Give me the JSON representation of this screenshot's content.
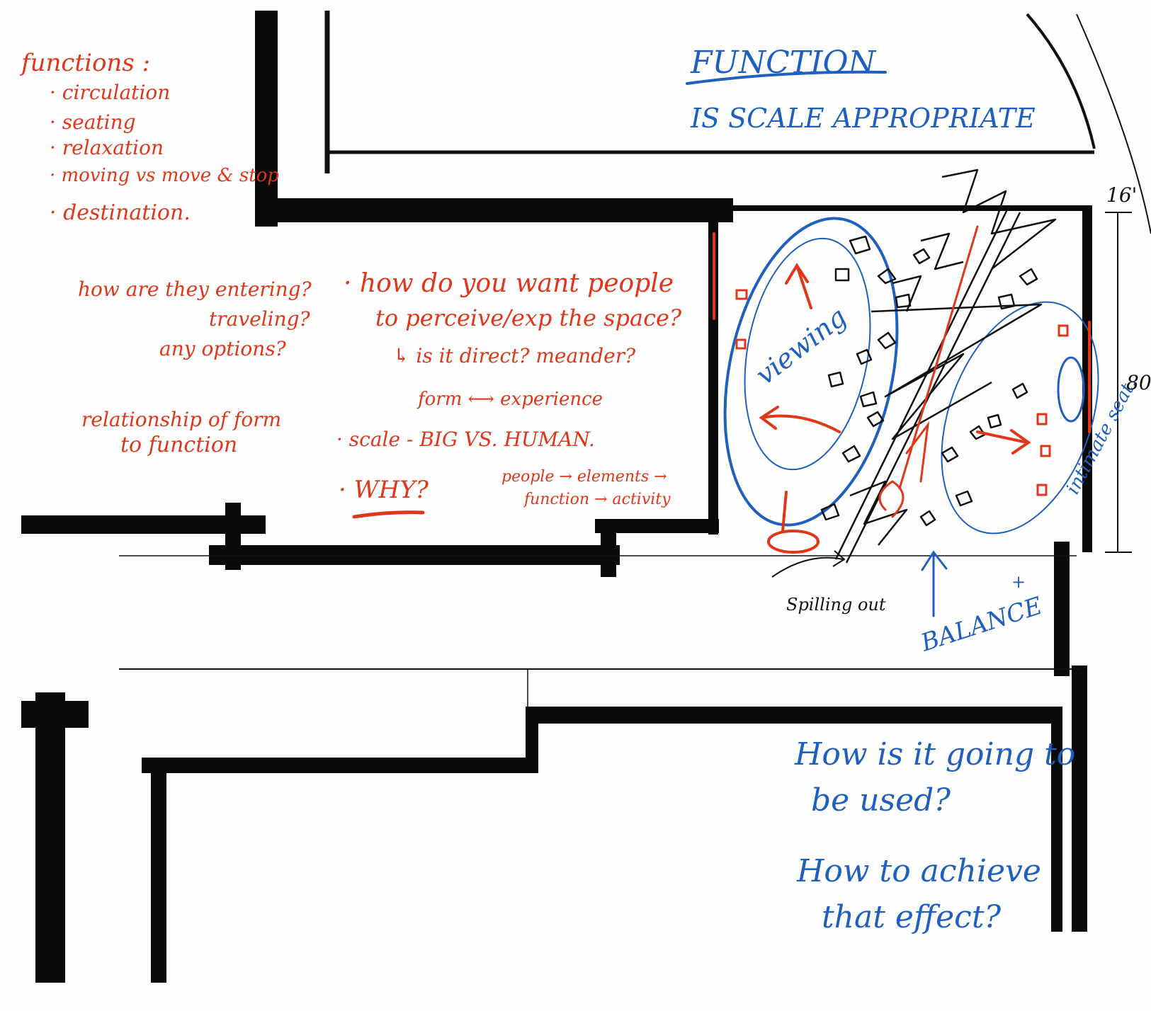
{
  "colors": {
    "wall": "#0a0a0a",
    "red_ink": "#e0361a",
    "blue_ink": "#1f5fbf",
    "pencil": "#111111",
    "paper": "#fefefe"
  },
  "blue_notes": {
    "heading": "FUNCTION",
    "scale_question": "IS SCALE APPROPRIATE",
    "viewing": "viewing",
    "balance": "BALANCE",
    "balance_plus": "+",
    "usage_line1": "How is it going to",
    "usage_line2": "be used?",
    "effect_line1": "How to achieve",
    "effect_line2": "that effect?",
    "intimate_seating": "intimate seat."
  },
  "red_notes": {
    "functions_heading": "functions :",
    "functions_items": [
      "· circulation",
      "· seating",
      "· relaxation",
      "· moving vs move & stop",
      "· destination."
    ],
    "entering_line1": "how are they entering?",
    "entering_line2": "traveling?",
    "entering_line3": "any options?",
    "relationship_line1": "relationship of form",
    "relationship_line2": "to function",
    "perceive_line1": "· how do you want people",
    "perceive_line2": "to perceive/exp the space?",
    "direct_meander": "↳ is it direct? meander?",
    "form_experience": "form ⟷ experience",
    "scale_line": "· scale - BIG VS. HUMAN.",
    "why": "· WHY?",
    "people_line1": "people → elements →",
    "people_line2": "function → activity"
  },
  "black_notes": {
    "spilling_out": "Spilling out",
    "dim_width": "16'",
    "dim_length": "80"
  }
}
